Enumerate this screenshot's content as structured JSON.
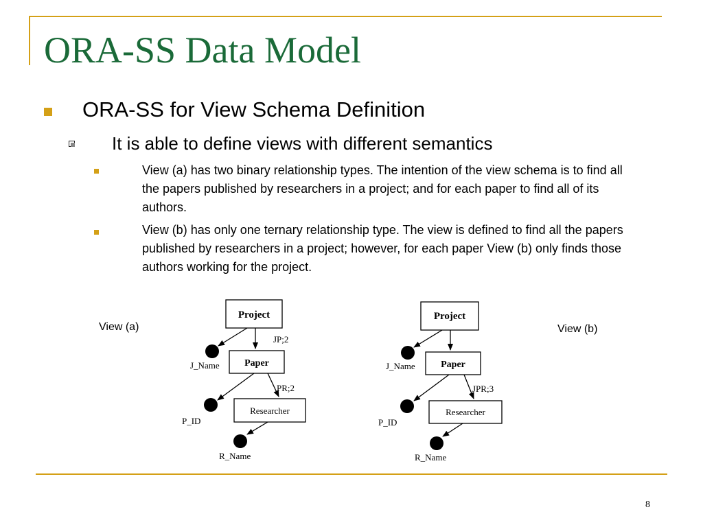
{
  "slide": {
    "title": "ORA-SS Data Model",
    "bullet_1": "ORA-SS for View Schema Definition",
    "bullet_1_1": "It is able to define views with different semantics",
    "bullet_1_1_1": "View (a) has two binary relationship types. The intention of the view schema is to find all the papers published by researchers in a project; and for each paper to find all of its authors.",
    "bullet_1_1_2": "View (b) has only one ternary relationship type. The view is defined to find all the papers published by researchers in a project; however, for each paper View (b) only finds those authors working for the project.",
    "page_number": "8"
  },
  "colors": {
    "accent": "#d4a017",
    "title": "#1a6a38"
  },
  "view_a": {
    "label": "View (a)",
    "project": "Project",
    "paper": "Paper",
    "researcher": "Researcher",
    "j_name": "J_Name",
    "p_id": "P_ID",
    "r_name": "R_Name",
    "rel_project_paper": "JP;2",
    "rel_paper_researcher": "PR;2"
  },
  "view_b": {
    "label": "View (b)",
    "project": "Project",
    "paper": "Paper",
    "researcher": "Researcher",
    "j_name": "J_Name",
    "p_id": "P_ID",
    "r_name": "R_Name",
    "rel_ternary": "JPR;3"
  }
}
